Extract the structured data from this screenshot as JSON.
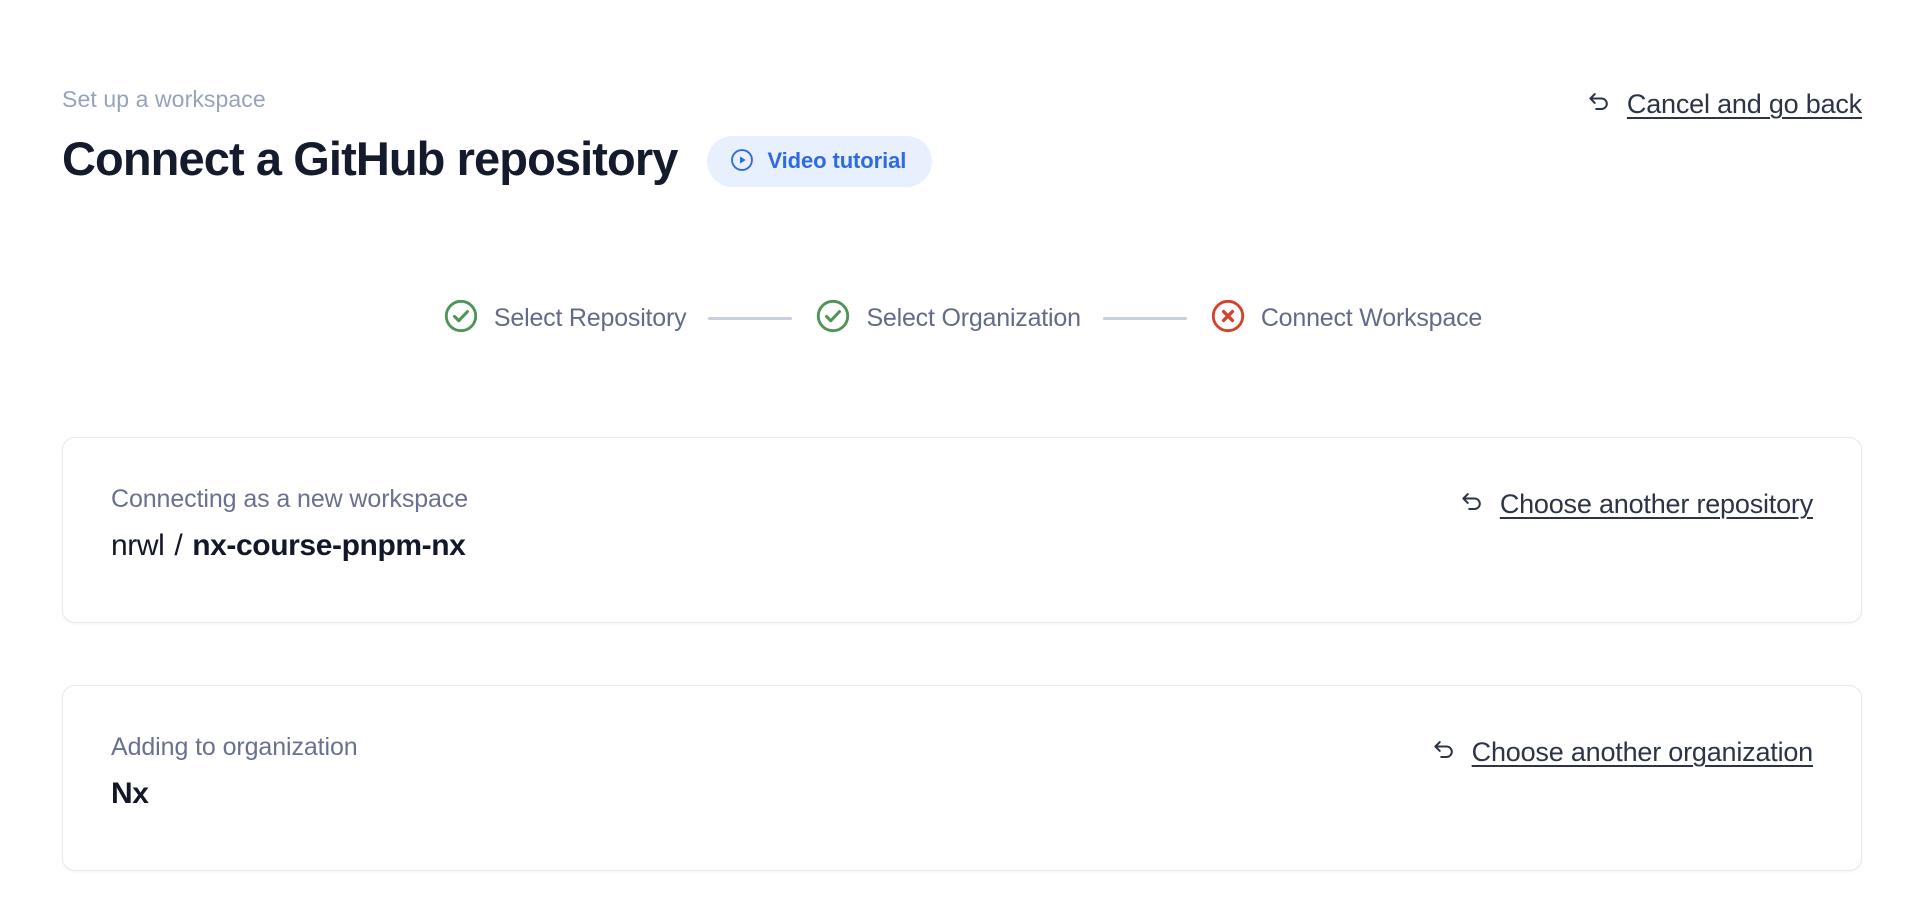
{
  "header": {
    "breadcrumb": "Set up a workspace",
    "title": "Connect a GitHub repository",
    "video_badge": {
      "label": "Video tutorial",
      "icon": "play-circle-icon",
      "bg_color": "#e8f0fe",
      "text_color": "#2d6ae3"
    },
    "cancel_link": {
      "label": "Cancel and go back",
      "icon": "undo-arrow-icon"
    }
  },
  "stepper": {
    "connector_color": "#c8cddf",
    "steps": [
      {
        "label": "Select Repository",
        "state": "complete",
        "icon": "check-circle-icon",
        "color": "#4c9458"
      },
      {
        "label": "Select Organization",
        "state": "complete",
        "icon": "check-circle-icon",
        "color": "#4c9458"
      },
      {
        "label": "Connect Workspace",
        "state": "error",
        "icon": "x-circle-icon",
        "color": "#d6412b"
      }
    ]
  },
  "cards": [
    {
      "label": "Connecting as a new workspace",
      "value_owner": "nrwl",
      "value_separator": "/",
      "value_name": "nx-course-pnpm-nx",
      "action": {
        "label": "Choose another repository",
        "icon": "undo-arrow-icon"
      }
    },
    {
      "label": "Adding to organization",
      "value_name": "Nx",
      "action": {
        "label": "Choose another organization",
        "icon": "undo-arrow-icon"
      }
    }
  ]
}
